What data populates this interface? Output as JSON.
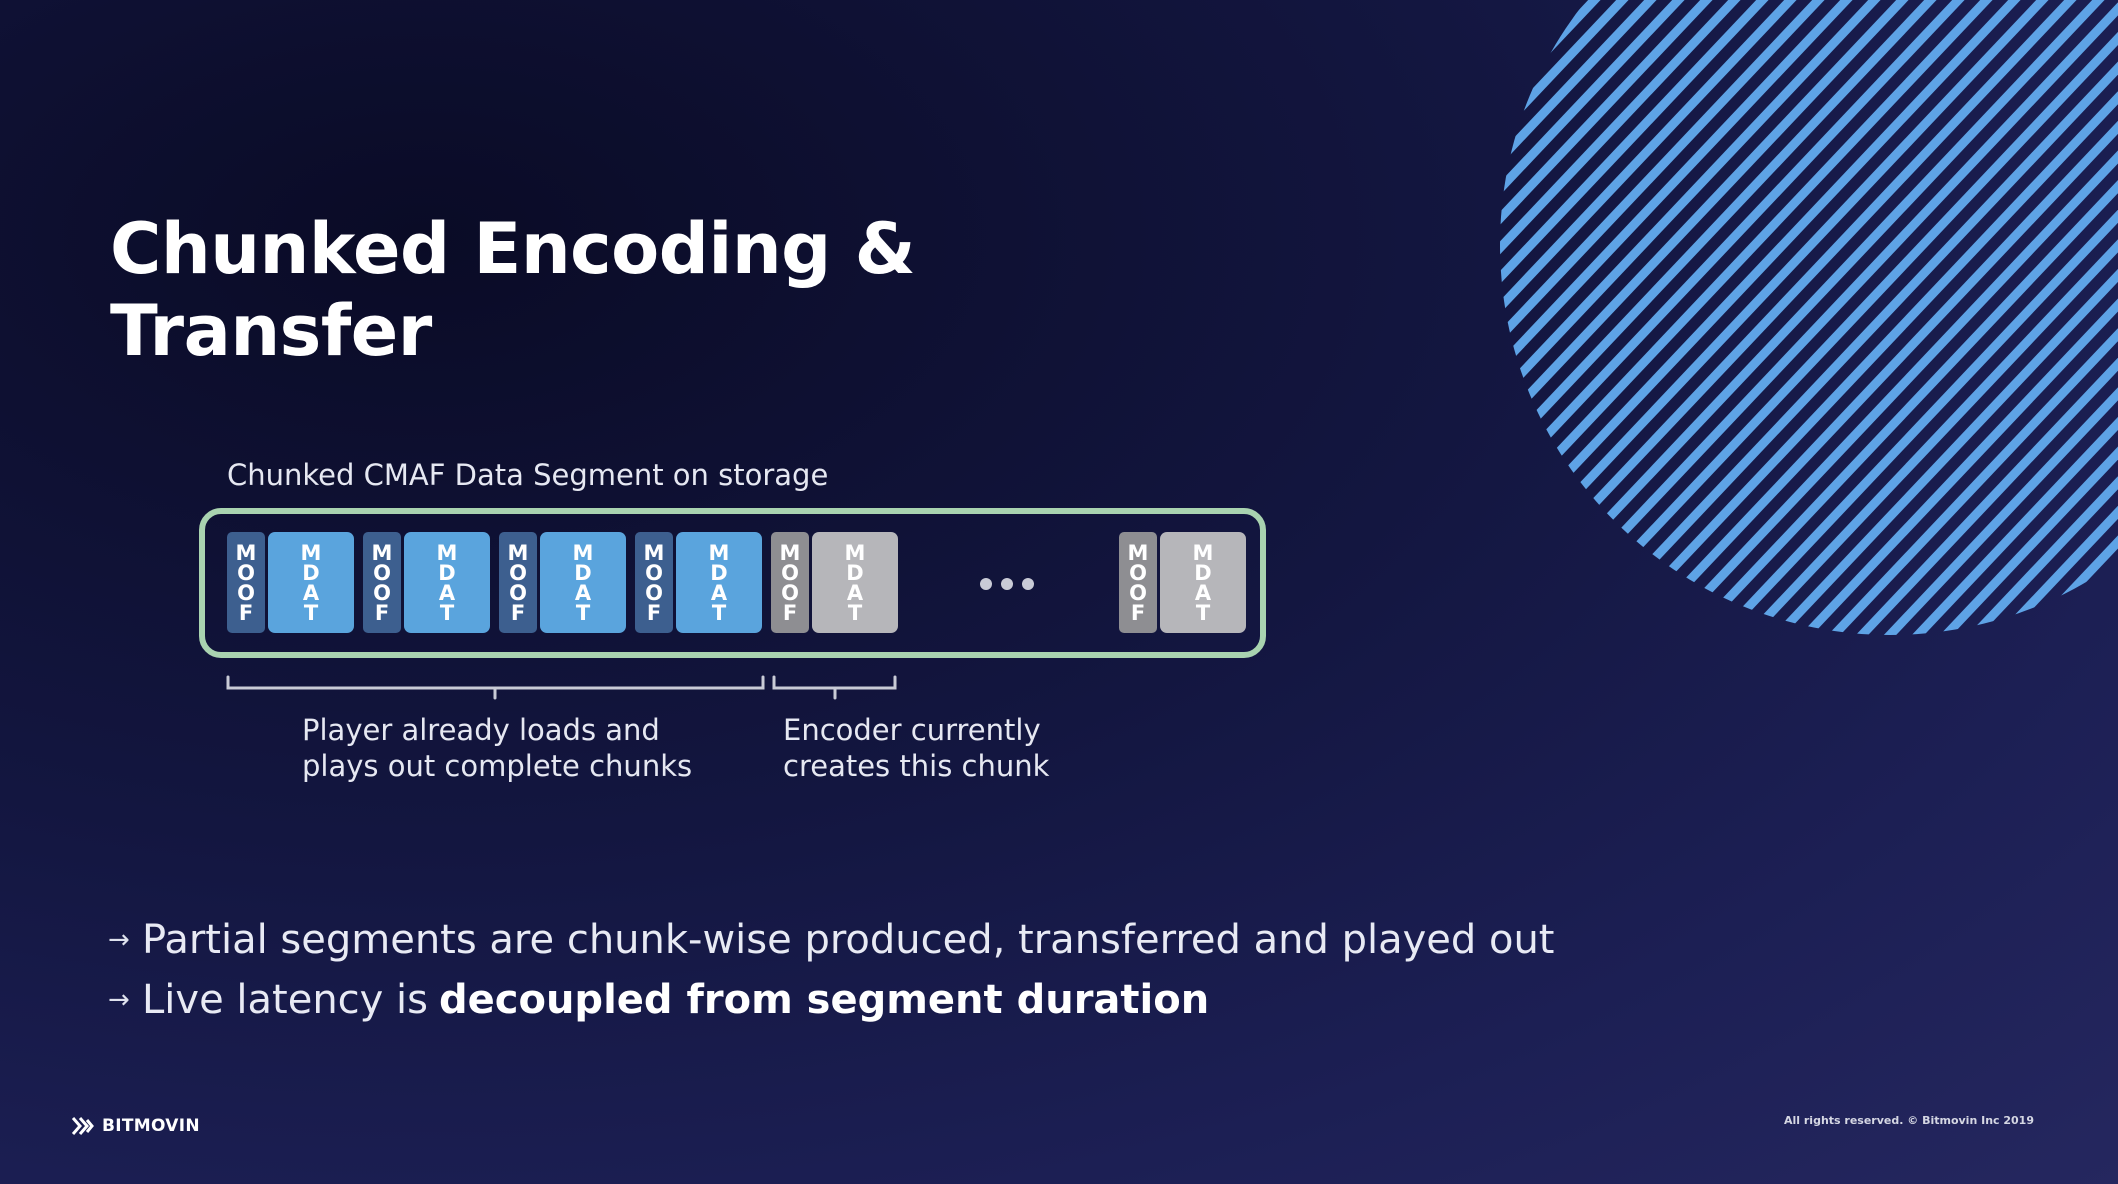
{
  "slide": {
    "title_line1": "Chunked Encoding &",
    "title_line2": "Transfer"
  },
  "diagram": {
    "caption": "Chunked CMAF Data Segment on storage",
    "box_labels": {
      "moof": [
        "M",
        "O",
        "O",
        "F"
      ],
      "mdat": [
        "M",
        "D",
        "A",
        "T"
      ]
    },
    "chunks": [
      {
        "state": "complete"
      },
      {
        "state": "complete"
      },
      {
        "state": "complete"
      },
      {
        "state": "complete"
      },
      {
        "state": "in-progress"
      },
      {
        "state": "future"
      }
    ],
    "player_note": [
      "Player already loads and",
      "plays out complete chunks"
    ],
    "encoder_note": [
      "Encoder currently",
      "creates this chunk"
    ]
  },
  "bullets": [
    {
      "text": "Partial segments are chunk-wise produced, transferred and played out",
      "bold": ""
    },
    {
      "text": "Live latency is",
      "bold": "decoupled from segment duration"
    }
  ],
  "footer": {
    "brand": "BITMOVIN",
    "copyright": "All rights reserved.  © Bitmovin Inc 2019"
  },
  "colors": {
    "background": "#131640",
    "stripe": "#5ea3e6",
    "segment_border": "#a9d3b0",
    "moof_complete": "#3d5f8f",
    "mdat_complete": "#5aa4dd",
    "moof_pending": "#8e8e92",
    "mdat_pending": "#b6b6ba"
  },
  "icons": {
    "bullet": "right-arrow-icon",
    "logo": "bitmovin-chevron-logo"
  }
}
